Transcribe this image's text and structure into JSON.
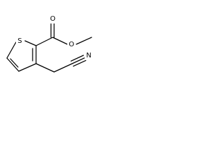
{
  "molecule": {
    "atoms": {
      "sulfur": "S",
      "carbonyl_oxygen": "O",
      "ester_oxygen": "O",
      "nitrile_nitrogen": "N"
    }
  }
}
